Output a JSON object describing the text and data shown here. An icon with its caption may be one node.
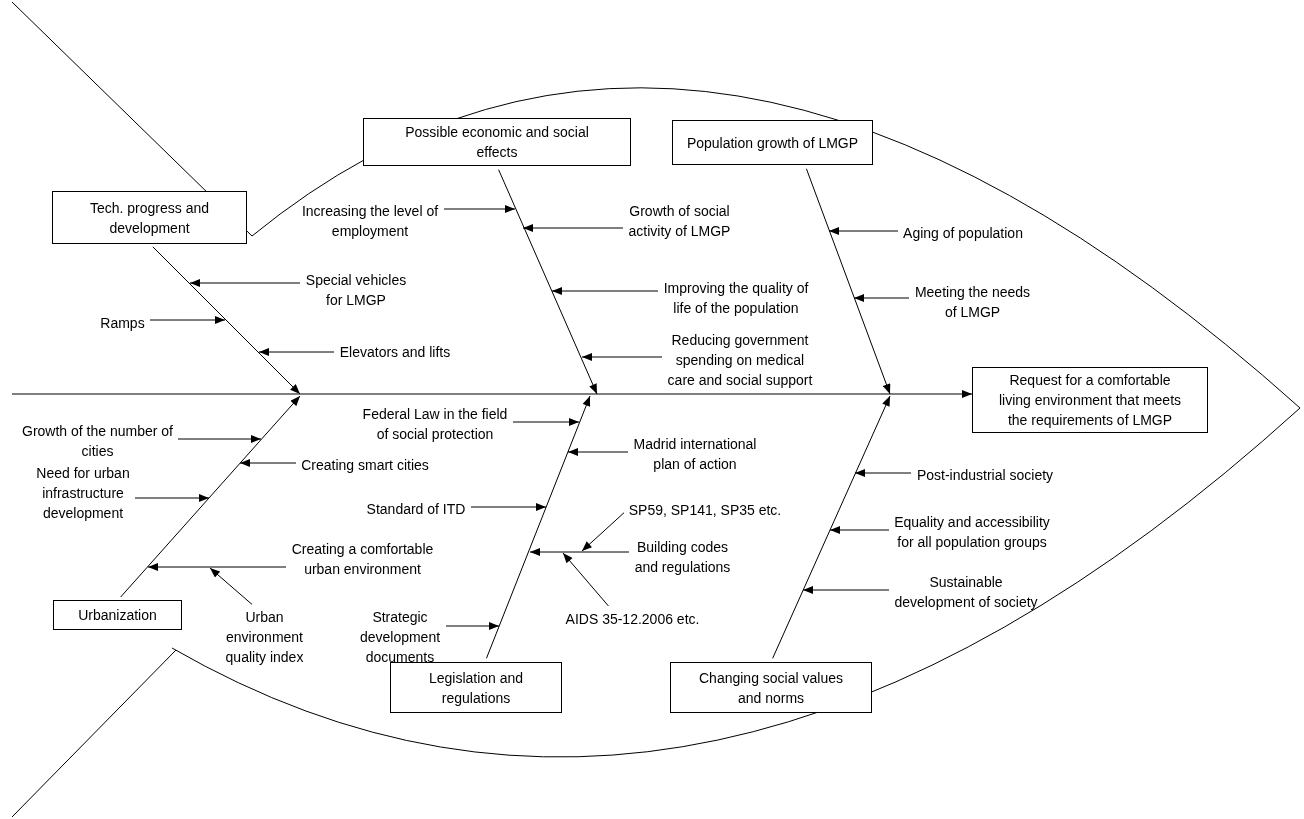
{
  "diagram": {
    "nodes": [
      {
        "text": [
          "Tech. progress and development"
        ]
      },
      {
        "text": [
          "Possible economic and social effects"
        ]
      },
      {
        "text": [
          "Population growth of LMGP"
        ]
      },
      {
        "text": [
          "Request for a comfortable living environment that meets the requirements of LMGP"
        ]
      },
      {
        "text": [
          "Urbanization"
        ]
      },
      {
        "text": [
          "Legislation and regulations"
        ]
      },
      {
        "text": [
          "Changing social values and norms"
        ]
      },
      {
        "text": [
          "Increasing the level of employment"
        ]
      },
      {
        "text": [
          "Growth of social activity of LMGP"
        ]
      },
      {
        "text": [
          "Special vehicles for LMGP"
        ]
      },
      {
        "text": [
          "Improving the quality of life of the population"
        ]
      },
      {
        "text": [
          "Ramps"
        ]
      },
      {
        "text": [
          "Elevators and lifts"
        ]
      },
      {
        "text": [
          "Reducing government spending on medical care and social support"
        ]
      },
      {
        "text": [
          "Aging of population"
        ]
      },
      {
        "text": [
          "Meeting the needs of LMGP"
        ]
      },
      {
        "text": [
          "Growth of the number of cities"
        ]
      },
      {
        "text": [
          "Federal Law in the field of social protection"
        ]
      },
      {
        "text": [
          "Creating smart cities"
        ]
      },
      {
        "text": [
          "Madrid international plan of action"
        ]
      },
      {
        "text": [
          "Post-industrial society"
        ]
      },
      {
        "text": [
          "Need for urban infrastructure development"
        ]
      },
      {
        "text": [
          "Standard of ITD"
        ]
      },
      {
        "text": [
          "SP59, SP141, SP35 etc."
        ]
      },
      {
        "text": [
          "Equality and accessibility for all population groups"
        ]
      },
      {
        "text": [
          "Building codes and regulations"
        ]
      },
      {
        "text": [
          "Creating a comfortable urban environment"
        ]
      },
      {
        "text": [
          "AIDS 35-12.2006 etc."
        ]
      },
      {
        "text": [
          "Sustainable development of society"
        ]
      },
      {
        "text": [
          "Urban environment quality index"
        ]
      },
      {
        "text": [
          "Strategic development documents"
        ]
      }
    ],
    "edges": [
      {
        "from": 0,
        "to": null,
        "arrow": "to"
      },
      {
        "from": 1,
        "to": null,
        "arrow": "to"
      },
      {
        "from": 2,
        "to": null,
        "arrow": "to"
      },
      {
        "from": 4,
        "to": null,
        "arrow": "to"
      },
      {
        "from": 5,
        "to": null,
        "arrow": "to"
      },
      {
        "from": 6,
        "to": null,
        "arrow": "to"
      },
      {
        "from": null,
        "to": 3,
        "arrow": "to"
      },
      {
        "from": 7,
        "to": null,
        "arrow": "to"
      },
      {
        "from": 8,
        "to": null,
        "arrow": "to"
      },
      {
        "from": 9,
        "to": null,
        "arrow": "to"
      },
      {
        "from": 10,
        "to": null,
        "arrow": "to"
      },
      {
        "from": 11,
        "to": null,
        "arrow": "to"
      },
      {
        "from": 12,
        "to": null,
        "arrow": "to"
      },
      {
        "from": 13,
        "to": null,
        "arrow": "to"
      },
      {
        "from": 14,
        "to": null,
        "arrow": "to"
      },
      {
        "from": 15,
        "to": null,
        "arrow": "to"
      },
      {
        "from": 16,
        "to": null,
        "arrow": "to"
      },
      {
        "from": 17,
        "to": null,
        "arrow": "to"
      },
      {
        "from": 18,
        "to": null,
        "arrow": "to"
      },
      {
        "from": 19,
        "to": null,
        "arrow": "to"
      },
      {
        "from": 20,
        "to": null,
        "arrow": "to"
      },
      {
        "from": 21,
        "to": null,
        "arrow": "to"
      },
      {
        "from": 22,
        "to": null,
        "arrow": "to"
      },
      {
        "from": 23,
        "to": null,
        "arrow": "to"
      },
      {
        "from": 24,
        "to": null,
        "arrow": "to"
      },
      {
        "from": 25,
        "to": null,
        "arrow": "to"
      },
      {
        "from": 26,
        "to": null,
        "arrow": "to"
      },
      {
        "from": 27,
        "to": null,
        "arrow": "to"
      },
      {
        "from": 28,
        "to": null,
        "arrow": "to"
      },
      {
        "from": 29,
        "to": null,
        "arrow": "to"
      },
      {
        "from": 30,
        "to": null,
        "arrow": "to"
      }
    ]
  }
}
